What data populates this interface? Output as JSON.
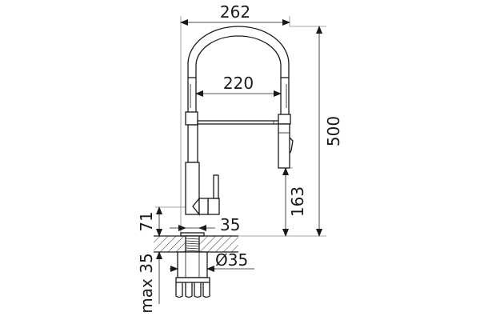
{
  "drawing": {
    "dimensions": {
      "overall_width": "262",
      "spout_width": "220",
      "overall_height": "500",
      "spray_height": "163",
      "handle_height": "71",
      "body_diameter": "35",
      "shank_diameter": "Ø35",
      "max_countertop": "max 35"
    }
  }
}
